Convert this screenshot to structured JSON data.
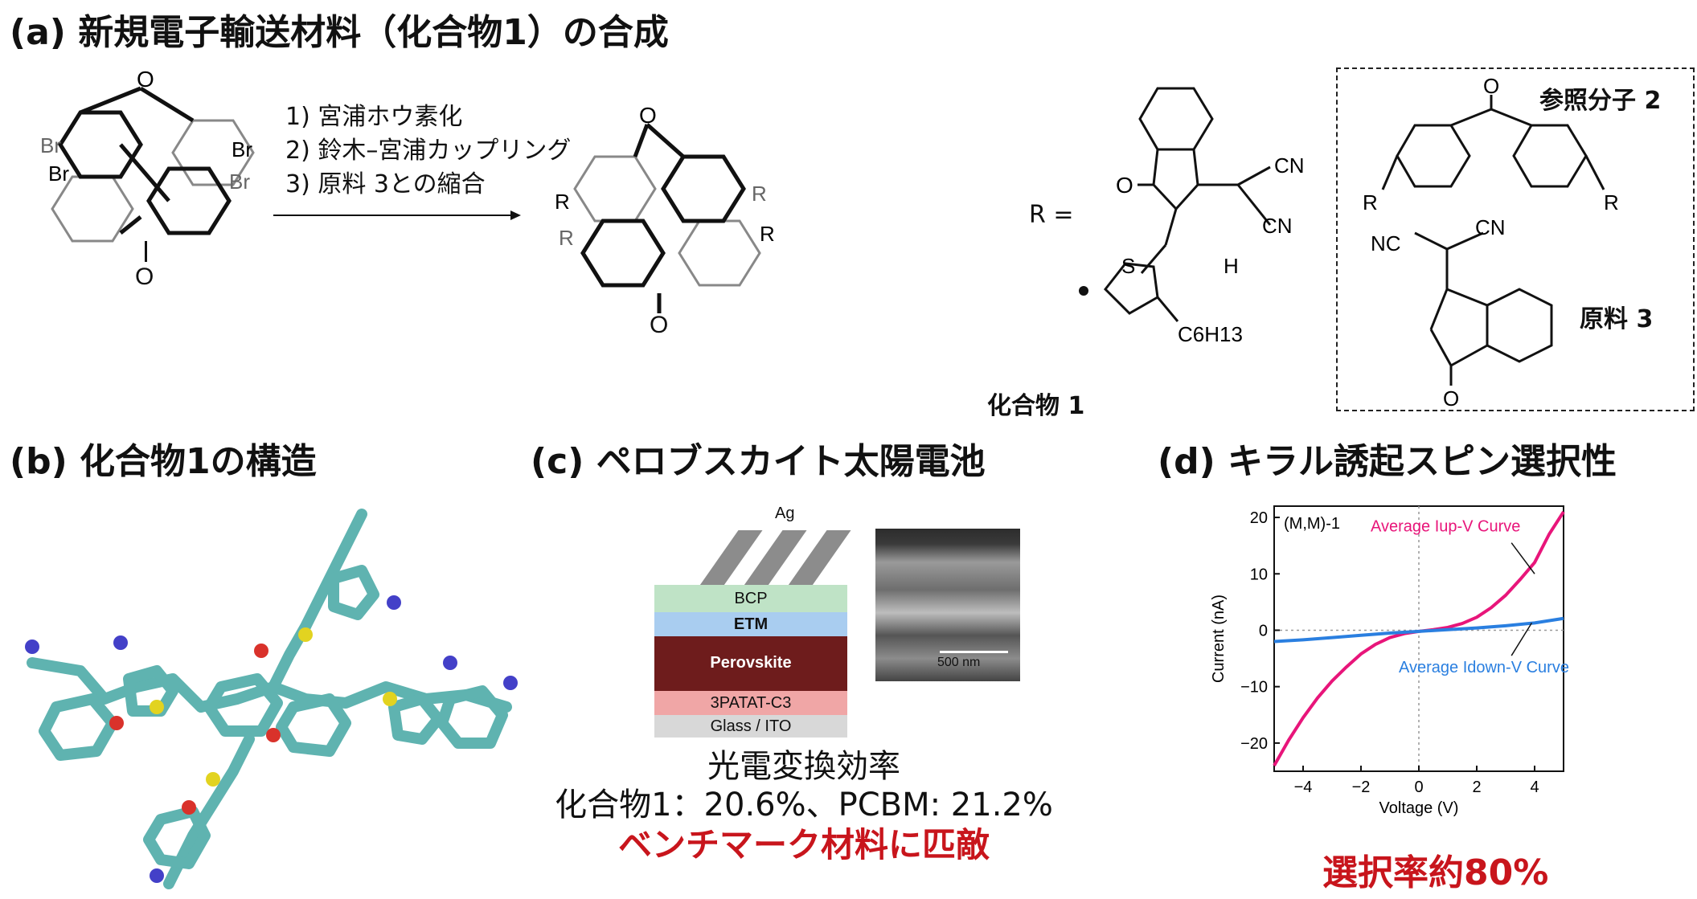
{
  "panels": {
    "a": {
      "title": "(a) 新規電子輸送材料（化合物1）の合成",
      "steps": [
        "1) 宮浦ホウ素化",
        "2) 鈴木–宮浦カップリング",
        "3) 原料 3との縮合"
      ],
      "r_equals": "R =",
      "compound_label": "化合物 1",
      "ref_label": "参照分子 2",
      "material_label": "原料 3",
      "atoms": {
        "O": "O",
        "Br": "Br",
        "R": "R",
        "CN": "CN",
        "NC": "NC",
        "S": "S",
        "H": "H",
        "C6H13": "C6H13"
      }
    },
    "b": {
      "title": "(b) 化合物1の構造"
    },
    "c": {
      "title": "(c) ペロブスカイト太陽電池",
      "layers": {
        "ag": "Ag",
        "bcp": "BCP",
        "etm": "ETM",
        "perovskite": "Perovskite",
        "patat": "3PATAT-C3",
        "glass": "Glass / ITO"
      },
      "scale_bar": "500 nm",
      "caption_line1": "光電変換効率",
      "caption_line2": "化合物1：20.6%、PCBM: 21.2%",
      "caption_line3": "ベンチマーク材料に匹敵"
    },
    "d": {
      "title": "(d) キラル誘起スピン選択性",
      "caption": "選択率約80%"
    }
  },
  "colors": {
    "iup": "#e8157a",
    "idown": "#2a7fe0",
    "emph": "#c8151c",
    "bcp": "#bfe3c6",
    "etm": "#a9cdf0",
    "perovskite": "#6e1c1c",
    "patat": "#f0a6a6",
    "glass": "#d8d8d8"
  },
  "chart_data": {
    "type": "line",
    "annotation": "(M,M)-1",
    "xlabel": "Voltage (V)",
    "ylabel": "Current (nA)",
    "xlim": [
      -5,
      5
    ],
    "ylim": [
      -25,
      22
    ],
    "xticks": [
      -4,
      -2,
      0,
      2,
      4
    ],
    "yticks": [
      -20,
      -10,
      0,
      10,
      20
    ],
    "series": [
      {
        "name": "Average Iup-V Curve",
        "x": [
          -5,
          -4.5,
          -4,
          -3.5,
          -3,
          -2.5,
          -2,
          -1.5,
          -1,
          -0.5,
          0,
          0.5,
          1,
          1.5,
          2,
          2.5,
          3,
          3.5,
          4,
          4.5,
          5
        ],
        "y": [
          -24,
          -19.5,
          -15.5,
          -12,
          -9,
          -6.5,
          -4.2,
          -2.5,
          -1.3,
          -0.6,
          -0.2,
          0.1,
          0.5,
          1.2,
          2.3,
          4,
          6.2,
          9,
          12,
          17,
          21
        ]
      },
      {
        "name": "Average Idown-V Curve",
        "x": [
          -5,
          -4,
          -3,
          -2,
          -1,
          0,
          1,
          2,
          3,
          4,
          5
        ],
        "y": [
          -2,
          -1.7,
          -1.3,
          -0.9,
          -0.5,
          -0.2,
          0.1,
          0.4,
          0.8,
          1.3,
          2.1
        ]
      }
    ]
  }
}
